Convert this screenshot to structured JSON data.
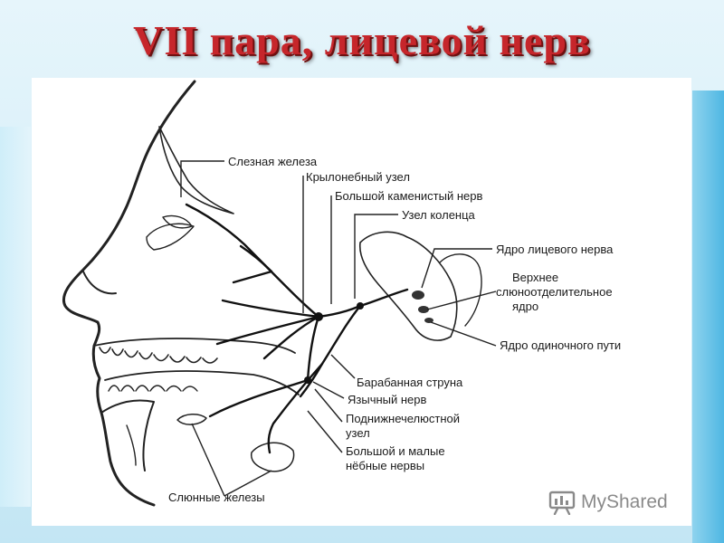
{
  "title": "VII пара, лицевой нерв",
  "labels": {
    "lacrimal_gland": "Слезная железа",
    "pterygopalatine_ganglion": "Крылонебный узел",
    "greater_petrosal_nerve": "Большой каменистый нерв",
    "geniculate_ganglion": "Узел коленца",
    "facial_nucleus": "Ядро лицевого нерва",
    "superior_salivatory_nucleus_1": "Верхнее",
    "superior_salivatory_nucleus_2": "слюноотделительное",
    "superior_salivatory_nucleus_3": "ядро",
    "solitary_nucleus": "Ядро одиночного пути",
    "chorda_tympani": "Барабанная струна",
    "lingual_nerve": "Язычный нерв",
    "submandibular_ganglion_1": "Поднижнечелюстной",
    "submandibular_ganglion_2": "узел",
    "palatine_nerves_1": "Большой и малые",
    "palatine_nerves_2": "нёбные нервы",
    "salivary_glands": "Слюнные железы"
  },
  "watermark": "MyShared",
  "icons": [
    "myshared-logo-icon"
  ]
}
